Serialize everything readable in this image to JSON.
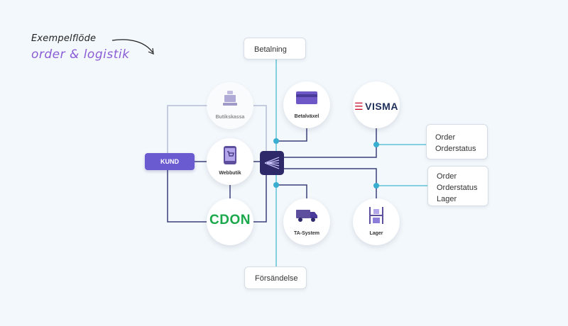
{
  "header": {
    "title": "Exempelflöde",
    "subtitle": "order & logistik"
  },
  "boxes": {
    "betalning": "Betalning",
    "forsandelse": "Försändelse",
    "visma_info": [
      "Order",
      "Orderstatus"
    ],
    "lager_info": [
      "Order",
      "Orderstatus",
      "Lager"
    ]
  },
  "nodes": {
    "butikskassa": "Butikskassa",
    "betalvaxel": "Betalväxel",
    "visma": "VISMA",
    "webbutik": "Webbutik",
    "cdon": "CDON",
    "ta_system": "TA-System",
    "lager": "Lager"
  },
  "kund": "KUND",
  "colors": {
    "accent": "#8a5cd6",
    "kund": "#6b5bd1",
    "hub": "#2e2a6a",
    "line_dark": "#3b3f7a",
    "line_teal": "#5fc2d6",
    "visma_red": "#c8102e",
    "cdon_green": "#1aa84a"
  }
}
